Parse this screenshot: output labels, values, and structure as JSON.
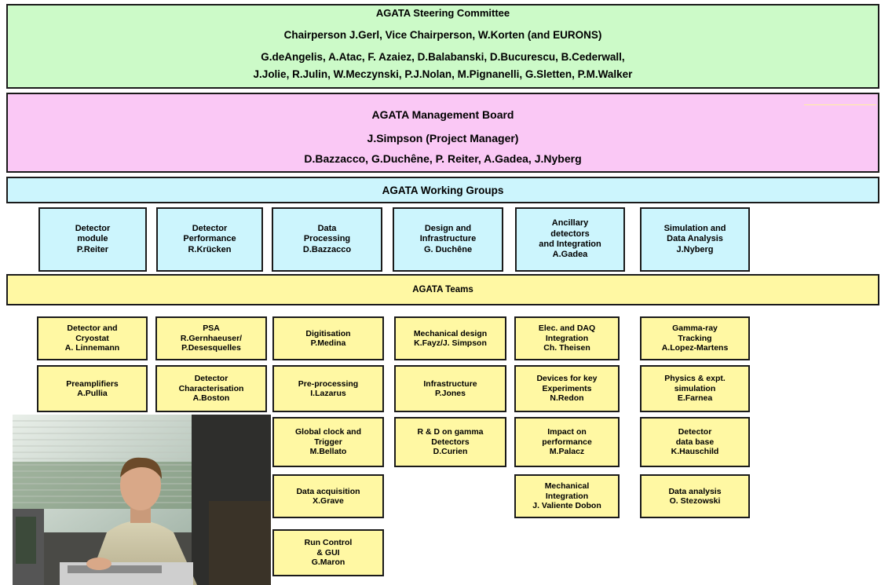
{
  "colors": {
    "steering": "#ccfac8",
    "management": "#fac8f5",
    "working_groups": "#ccf5fd",
    "teams": "#fff8a3",
    "border": "#1a1a1a"
  },
  "steering": {
    "title": "AGATA  Steering Committee",
    "chairs": "Chairperson J.Gerl,  Vice Chairperson,  W.Korten (and EURONS)",
    "members_line1": "G.deAngelis,  A.Atac,  F. Azaiez,  D.Balabanski,  D.Bucurescu,  B.Cederwall,",
    "members_line2": "J.Jolie,  R.Julin,  W.Meczynski,  P.J.Nolan,  M.Pignanelli,  G.Sletten,  P.M.Walker"
  },
  "management": {
    "title": "AGATA  Management Board",
    "manager": "J.Simpson  (Project Manager)",
    "members": "D.Bazzacco,  G.Duchêne,  P. Reiter,  A.Gadea,    J.Nyberg"
  },
  "working_groups": {
    "title": "AGATA  Working Groups",
    "groups": [
      {
        "lines": [
          "Detector",
          "module",
          "P.Reiter"
        ]
      },
      {
        "lines": [
          "Detector",
          "Performance",
          "R.Krücken"
        ]
      },
      {
        "lines": [
          "Data",
          "Processing",
          "D.Bazzacco"
        ]
      },
      {
        "lines": [
          "Design and",
          "Infrastructure",
          "G. Duchêne"
        ]
      },
      {
        "lines": [
          "Ancillary",
          "detectors",
          "and Integration",
          "A.Gadea"
        ]
      },
      {
        "lines": [
          "Simulation and",
          "Data Analysis",
          "J.Nyberg"
        ]
      }
    ]
  },
  "teams": {
    "title": "AGATA Teams",
    "columns": [
      [
        {
          "lines": [
            "Detector and",
            "Cryostat",
            "A. Linnemann"
          ]
        },
        {
          "lines": [
            "Preamplifiers",
            "A.Pullia"
          ]
        }
      ],
      [
        {
          "lines": [
            "PSA",
            "R.Gernhaeuser/",
            "P.Desesquelles"
          ]
        },
        {
          "lines": [
            "Detector",
            "Characterisation",
            "A.Boston"
          ]
        }
      ],
      [
        {
          "lines": [
            "Digitisation",
            "P.Medina"
          ]
        },
        {
          "lines": [
            "Pre-processing",
            "I.Lazarus"
          ]
        },
        {
          "lines": [
            "Global clock and",
            "Trigger",
            "M.Bellato"
          ]
        },
        {
          "lines": [
            "Data acquisition",
            "X.Grave"
          ]
        },
        {
          "lines": [
            "Run Control",
            "& GUI",
            "G.Maron"
          ]
        }
      ],
      [
        {
          "lines": [
            "Mechanical design",
            "K.Fayz/J. Simpson"
          ]
        },
        {
          "lines": [
            "Infrastructure",
            "P.Jones"
          ]
        },
        {
          "lines": [
            "R & D on gamma",
            "Detectors",
            "D.Curien"
          ]
        }
      ],
      [
        {
          "lines": [
            "Elec. and DAQ",
            "Integration",
            "Ch. Theisen"
          ]
        },
        {
          "lines": [
            "Devices for key",
            "Experiments",
            "N.Redon"
          ]
        },
        {
          "lines": [
            "Impact on",
            "performance",
            "M.Palacz"
          ]
        },
        {
          "lines": [
            "Mechanical",
            "Integration",
            "J. Valiente Dobon"
          ]
        }
      ],
      [
        {
          "lines": [
            "Gamma-ray",
            "Tracking",
            "A.Lopez-Martens"
          ]
        },
        {
          "lines": [
            "Physics & expt.",
            "simulation",
            "E.Farnea"
          ]
        },
        {
          "lines": [
            "Detector",
            "data base",
            "K.Hauschild"
          ]
        },
        {
          "lines": [
            "Data analysis",
            "O. Stezowski"
          ]
        }
      ]
    ]
  }
}
